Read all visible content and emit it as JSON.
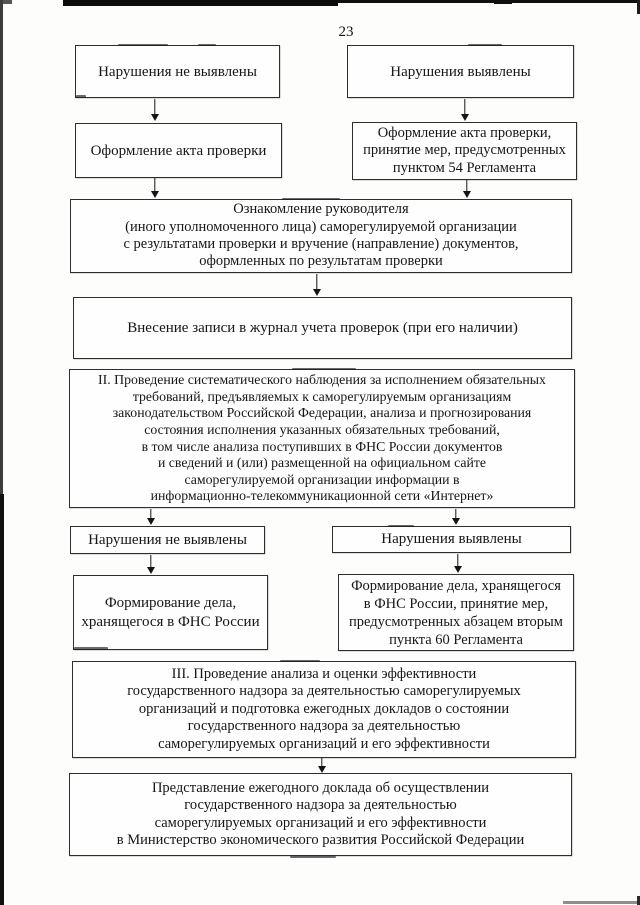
{
  "page": {
    "number": "23"
  },
  "nodes": [
    {
      "id": "no-violations-1",
      "text": "Нарушения не выявлены"
    },
    {
      "id": "violations-1",
      "text": "Нарушения выявлены"
    },
    {
      "id": "inspection-act",
      "text": "Оформление акта проверки"
    },
    {
      "id": "inspection-act-measures",
      "text": "Оформление акта проверки,\nпринятие мер, предусмотренных\nпунктом 54 Регламента"
    },
    {
      "id": "familiarization",
      "text": "Ознакомление руководителя\n(иного уполномоченного лица) саморегулируемой организации\nс результатами проверки и вручение (направление) документов,\nоформленных по результатам проверки"
    },
    {
      "id": "journal-entry",
      "text": "Внесение записи в журнал учета проверок (при его наличии)"
    },
    {
      "id": "stage-2-monitoring",
      "text": "II. Проведение систематического наблюдения за исполнением обязательных\nтребований, предъявляемых к саморегулируемым организациям\nзаконодательством Российской Федерации, анализа и прогнозирования\nсостояния исполнения указанных обязательных требований,\nв том числе анализа поступивших в ФНС России документов\nи сведений и (или) размещенной на официальном сайте\nсаморегулируемой организации информации в\nинформационно-телекоммуникационной сети «Интернет»"
    },
    {
      "id": "no-violations-2",
      "text": "Нарушения не выявлены"
    },
    {
      "id": "violations-2",
      "text": "Нарушения выявлены"
    },
    {
      "id": "case-file",
      "text": "Формирование дела,\nхранящегося в ФНС России"
    },
    {
      "id": "case-file-measures",
      "text": "Формирование дела, хранящегося\nв ФНС России, принятие мер,\nпредусмотренных абзацем вторым\nпункта 60 Регламента"
    },
    {
      "id": "stage-3-analysis",
      "text": "III. Проведение анализа и оценки эффективности\nгосударственного надзора за деятельностью саморегулируемых\nорганизаций и подготовка ежегодных докладов о состоянии\nгосударственного надзора за деятельностью\nсаморегулируемых организаций и его эффективности"
    },
    {
      "id": "annual-report",
      "text": "Представление ежегодного доклада об осуществлении\nгосударственного надзора за деятельностью\nсаморегулируемых организаций и его эффективности\nв Министерство экономического развития Российской Федерации"
    }
  ],
  "colors": {
    "ink": "#161616",
    "border": "#2e2e2e",
    "background": "#fdfdfc"
  }
}
